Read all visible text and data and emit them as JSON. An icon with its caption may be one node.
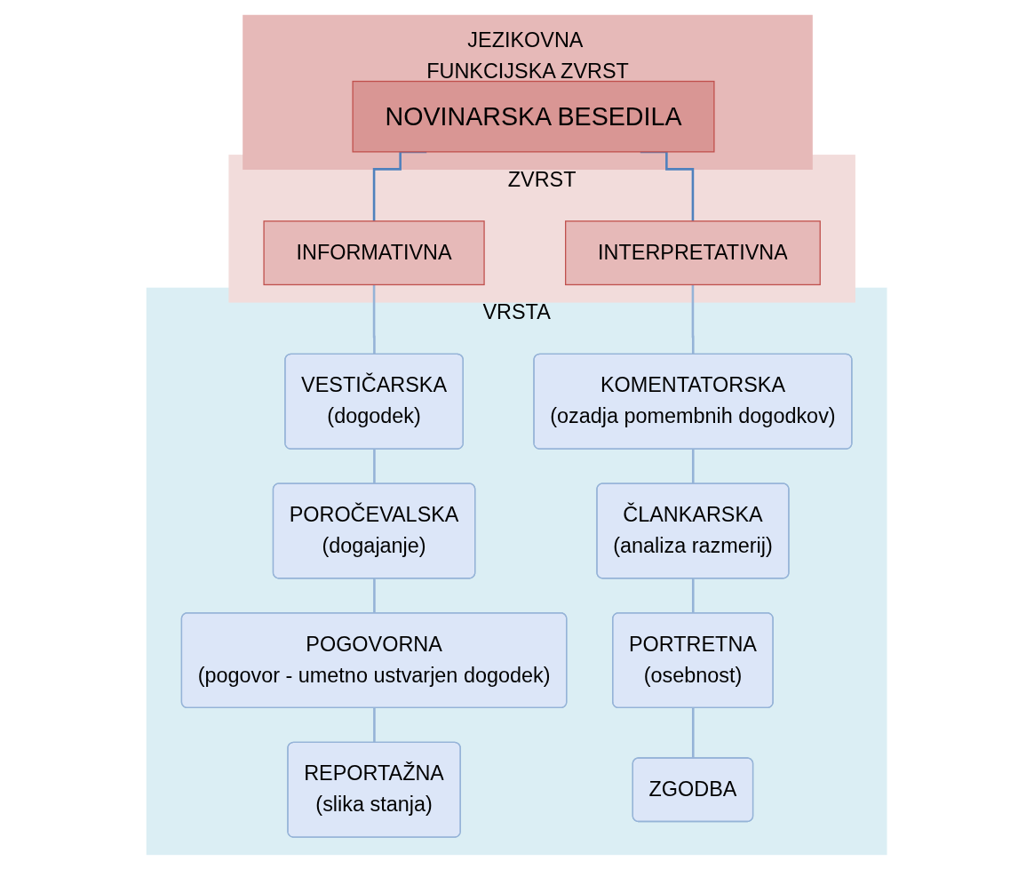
{
  "diagram": {
    "nodes": [
      {
        "text": [
          "JEZIKOVNA FUNKCIJSKA ZVRST"
        ]
      },
      {
        "text": [
          "NOVINARSKA BESEDILA"
        ],
        "in": 0
      },
      {
        "text": [
          "ZVRST"
        ]
      },
      {
        "text": [
          "INFORMATIVNA"
        ],
        "in": 2
      },
      {
        "text": [
          "INTERPRETATIVNA"
        ],
        "in": 2
      },
      {
        "text": [
          "VRSTA"
        ]
      },
      {
        "text": [
          "VESTIČARSKA",
          "(dogodek)"
        ],
        "in": 5
      },
      {
        "text": [
          "POROČEVALSKA",
          "(dogajanje)"
        ],
        "in": 5
      },
      {
        "text": [
          "POGOVORNA",
          "(pogovor - umetno ustvarjen dogodek)"
        ],
        "in": 5
      },
      {
        "text": [
          "REPORTAŽNA",
          "(slika stanja)"
        ],
        "in": 5
      },
      {
        "text": [
          "KOMENTATORSKA",
          "(ozadja pomembnih dogodkov)"
        ],
        "in": 5
      },
      {
        "text": [
          "ČLANKARSKA",
          "(analiza razmerij)"
        ],
        "in": 5
      },
      {
        "text": [
          "PORTRETNA",
          "(osebnost)"
        ],
        "in": 5
      },
      {
        "text": [
          "ZGODBA"
        ],
        "in": 5
      }
    ],
    "edges": [
      {
        "from": 1,
        "to": 3,
        "arrow": "none",
        "color": "#4f81bd"
      },
      {
        "from": 1,
        "to": 4,
        "arrow": "none",
        "color": "#4f81bd"
      },
      {
        "from": 3,
        "to": 6,
        "arrow": "none"
      },
      {
        "from": 6,
        "to": 7,
        "arrow": "none"
      },
      {
        "from": 7,
        "to": 8,
        "arrow": "none"
      },
      {
        "from": 8,
        "to": 9,
        "arrow": "none"
      },
      {
        "from": 4,
        "to": 10,
        "arrow": "none"
      },
      {
        "from": 10,
        "to": 11,
        "arrow": "none"
      },
      {
        "from": 11,
        "to": 12,
        "arrow": "none"
      },
      {
        "from": 12,
        "to": 13,
        "arrow": "none"
      }
    ]
  }
}
